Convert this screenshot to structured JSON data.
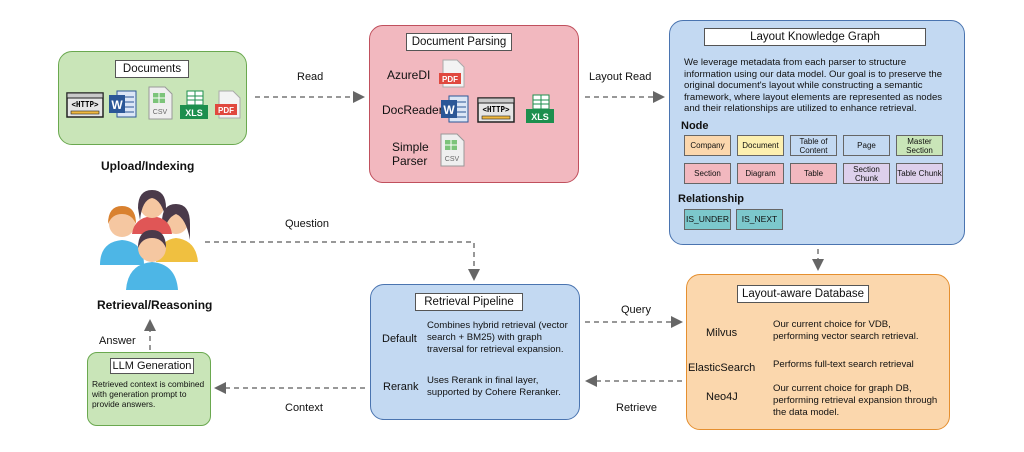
{
  "documents": {
    "title": "Documents",
    "caption": "Upload/Indexing",
    "icons": [
      "http-icon",
      "word-icon",
      "csv-icon",
      "xls-icon",
      "pdf-icon"
    ]
  },
  "labels": {
    "csv": "CSV",
    "xls": "XLS",
    "pdf": "PDF",
    "http": "<HTTP>"
  },
  "parsing": {
    "title": "Document Parsing",
    "azure": "AzureDI",
    "docreader": "DocReader",
    "simple1": "Simple",
    "simple2": "Parser"
  },
  "arrows": {
    "read": "Read",
    "layout_read": "Layout Read",
    "question": "Question",
    "query": "Query",
    "retrieve": "Retrieve",
    "context": "Context",
    "answer": "Answer"
  },
  "graph": {
    "title": "Layout Knowledge Graph",
    "desc": [
      "We leverage metadata from each parser to structure",
      "information using our data model. Our goal is to preserve the",
      "original document's layout while constructing a semantic",
      "framework, where layout elements are represented as nodes",
      "and their relationships are utilized to enhance retrieval."
    ],
    "node_heading": "Node",
    "nodes_row1": [
      {
        "label": "Company",
        "color": "#fbd7ad"
      },
      {
        "label": "Document",
        "color": "#fdf0b0"
      },
      {
        "label": "Table of Content",
        "color": "#c3d9f2"
      },
      {
        "label": "Page",
        "color": "#c3d9f2"
      },
      {
        "label": "Master Section",
        "color": "#c9e5b8"
      }
    ],
    "nodes_row2": [
      {
        "label": "Section",
        "color": "#f2b8bf"
      },
      {
        "label": "Diagram",
        "color": "#f2b8bf"
      },
      {
        "label": "Table",
        "color": "#f2b8bf"
      },
      {
        "label": "Section Chunk",
        "color": "#ddd0ec"
      },
      {
        "label": "Table Chunk",
        "color": "#ddd0ec"
      }
    ],
    "relationship_heading": "Relationship",
    "relationships": [
      "IS_UNDER",
      "IS_NEXT"
    ]
  },
  "users": {
    "caption": "Retrieval/Reasoning"
  },
  "pipeline": {
    "title": "Retrieval Pipeline",
    "default_label": "Default",
    "default_desc": [
      "Combines hybrid retrieval (vector",
      "search + BM25) with graph",
      "traversal for retrieval expansion."
    ],
    "rerank_label": "Rerank",
    "rerank_desc": [
      "Uses Rerank in final layer,",
      "supported by Cohere Reranker."
    ]
  },
  "database": {
    "title": "Layout-aware Database",
    "milvus": "Milvus",
    "milvus_desc": [
      "Our current choice for VDB,",
      "performing vector search retrieval."
    ],
    "elastic": "ElasticSearch",
    "elastic_desc": [
      "Performs full-text search retrieval"
    ],
    "neo4j": "Neo4J",
    "neo4j_desc": [
      "Our current choice for graph DB,",
      "performing retrieval expansion through",
      "the data model."
    ]
  },
  "llm": {
    "title": "LLM Generation",
    "desc": [
      "Retrieved context is combined",
      "with generation prompt to",
      "provide answers."
    ]
  }
}
